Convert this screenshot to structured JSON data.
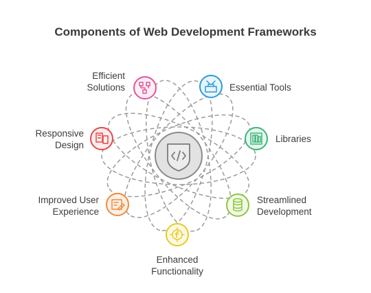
{
  "title": "Components of Web Development Frameworks",
  "center": {
    "icon": "code-shield-icon"
  },
  "items": [
    {
      "key": "efficient-solutions",
      "lines": [
        "Efficient",
        "Solutions"
      ],
      "icon": "network-routing-icon",
      "color": "#e0569a",
      "fill": "#fdeef5"
    },
    {
      "key": "essential-tools",
      "lines": [
        "Essential Tools"
      ],
      "icon": "toolbox-icon",
      "color": "#2c9bd8",
      "fill": "#e8f5fd"
    },
    {
      "key": "libraries",
      "lines": [
        "Libraries"
      ],
      "icon": "library-icon",
      "color": "#3db57a",
      "fill": "#e6f6ee"
    },
    {
      "key": "streamlined-development",
      "lines": [
        "Streamlined",
        "Development"
      ],
      "icon": "database-stack-icon",
      "color": "#8cc63f",
      "fill": "#f1f9e6"
    },
    {
      "key": "enhanced-functionality",
      "lines": [
        "Enhanced",
        "Functionality"
      ],
      "icon": "function-gear-icon",
      "color": "#e8c925",
      "fill": "#fdf9e3"
    },
    {
      "key": "improved-user-experience",
      "lines": [
        "Improved User",
        "Experience"
      ],
      "icon": "edit-note-icon",
      "color": "#ef8a3b",
      "fill": "#fdf0e6"
    },
    {
      "key": "responsive-design",
      "lines": [
        "Responsive",
        "Design"
      ],
      "icon": "devices-icon",
      "color": "#e04b4b",
      "fill": "#fdecec"
    }
  ]
}
